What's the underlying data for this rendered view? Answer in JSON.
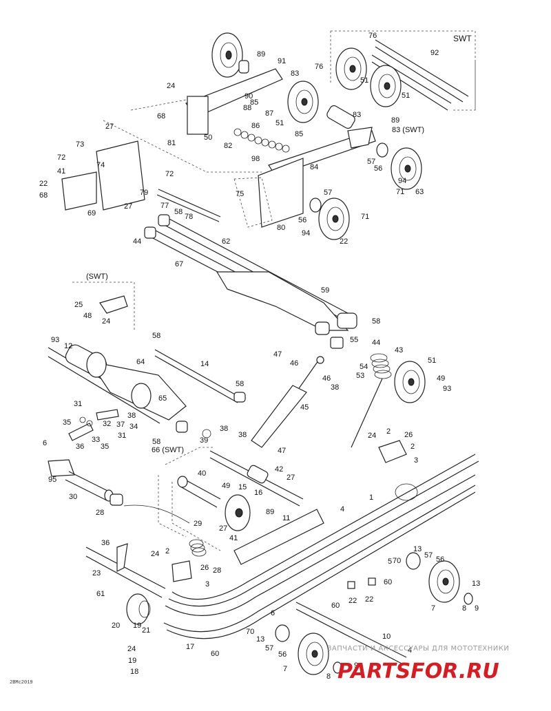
{
  "diagram_code": "2BMc2019",
  "watermark": {
    "caption": "ЗАПЧАСТИ И АКСЕССУАРЫ ДЛЯ МОТОТЕХНИКИ",
    "logo": "PARTSFOR.RU",
    "logo_color": "#d21f26"
  },
  "labels": {
    "swt_top": "SWT",
    "swt_left": "(SWT)",
    "swt_83": "83 (SWT)",
    "swt_66": "66 (SWT)"
  },
  "callouts": [
    "76",
    "92",
    "76",
    "91",
    "89",
    "83",
    "51",
    "51",
    "85",
    "90",
    "88",
    "87",
    "24",
    "68",
    "27",
    "86",
    "89",
    "83",
    "51",
    "50",
    "82",
    "85",
    "98",
    "73",
    "81",
    "72",
    "74",
    "41",
    "72",
    "84",
    "22",
    "68",
    "79",
    "27",
    "77",
    "58",
    "78",
    "69",
    "75",
    "57",
    "56",
    "80",
    "94",
    "71",
    "63",
    "57",
    "56",
    "94",
    "71",
    "22",
    "44",
    "62",
    "67",
    "59",
    "58",
    "25",
    "48",
    "24",
    "93",
    "12",
    "58",
    "64",
    "14",
    "55",
    "47",
    "46",
    "44",
    "43",
    "54",
    "53",
    "51",
    "46",
    "38",
    "49",
    "93",
    "58",
    "31",
    "65",
    "32",
    "37",
    "38",
    "35",
    "33",
    "34",
    "35",
    "31",
    "36",
    "39",
    "38",
    "45",
    "6",
    "58",
    "38",
    "95",
    "24",
    "2",
    "26",
    "47",
    "2",
    "30",
    "40",
    "42",
    "27",
    "3",
    "28",
    "49",
    "15",
    "16",
    "29",
    "4",
    "89",
    "11",
    "1",
    "27",
    "41",
    "36",
    "2",
    "24",
    "26",
    "28",
    "5",
    "70",
    "13",
    "57",
    "56",
    "3",
    "23",
    "60",
    "22",
    "22",
    "61",
    "60",
    "13",
    "7",
    "8",
    "9",
    "20",
    "19",
    "21",
    "6",
    "70",
    "13",
    "57",
    "56",
    "24",
    "19",
    "17",
    "60",
    "10",
    "4",
    "7",
    "8",
    "9",
    "18"
  ]
}
